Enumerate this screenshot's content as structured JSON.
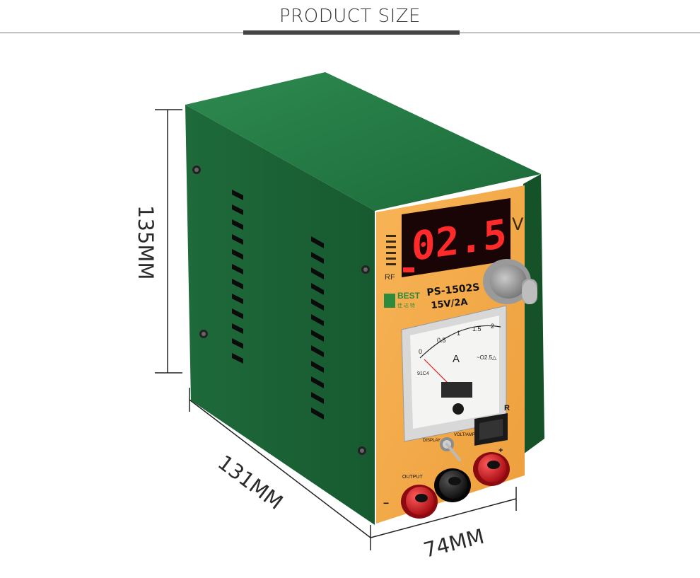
{
  "header": {
    "title": "PRODUCT SIZE"
  },
  "dimensions": {
    "height": "135MM",
    "depth": "131MM",
    "width": "74MM"
  },
  "device": {
    "display_value": "02.5",
    "display_unit": "V",
    "rf_label": "RF",
    "brand": "BEST",
    "brand_sub": "佳 达 特",
    "model": "PS-1502S",
    "rating": "15V/2A",
    "meter_unit": "A",
    "meter_scale": [
      "0",
      "0.5",
      "1",
      "1.5",
      "2"
    ],
    "meter_class": "~O2.5△",
    "meter_model": "91C4",
    "power_label": "R",
    "display_switch_label": "DISPLAY",
    "volt_amp_label": "VOLT/AMP",
    "output_label": "OUTPUT",
    "minus_label": "−",
    "plus_label": "+",
    "colors": {
      "case_green": "#1f6b3c",
      "panel_orange": "#f5b25a",
      "led_red": "#ff2a2a",
      "terminal_red": "#d8141c"
    }
  }
}
